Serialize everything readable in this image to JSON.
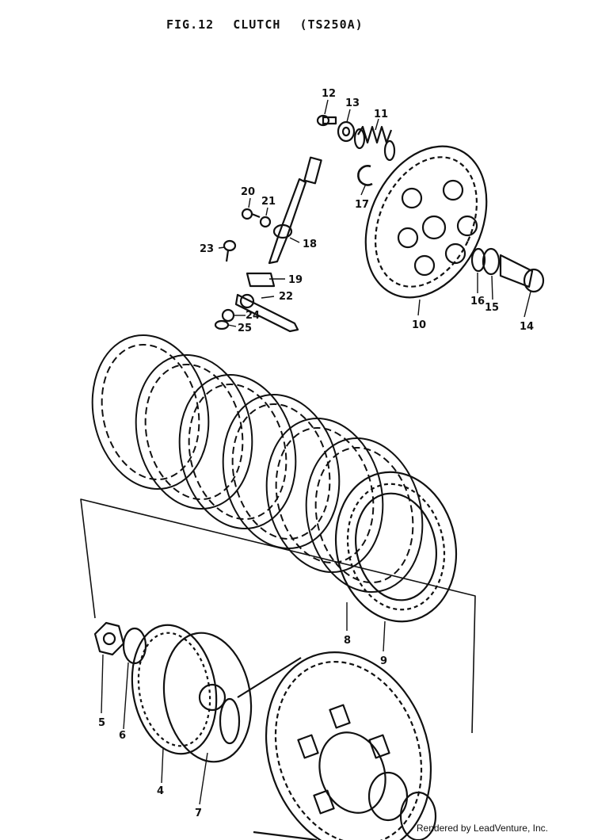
{
  "figure": {
    "fig_label": "FIG.12",
    "title": "CLUTCH",
    "model": "(TS250A)"
  },
  "parts": [
    {
      "id": "12",
      "label": "12"
    },
    {
      "id": "13",
      "label": "13"
    },
    {
      "id": "11",
      "label": "11"
    },
    {
      "id": "17",
      "label": "17"
    },
    {
      "id": "20",
      "label": "20"
    },
    {
      "id": "21",
      "label": "21"
    },
    {
      "id": "18",
      "label": "18"
    },
    {
      "id": "23",
      "label": "23"
    },
    {
      "id": "19",
      "label": "19"
    },
    {
      "id": "22",
      "label": "22"
    },
    {
      "id": "24",
      "label": "24"
    },
    {
      "id": "25",
      "label": "25"
    },
    {
      "id": "10",
      "label": "10"
    },
    {
      "id": "16",
      "label": "16"
    },
    {
      "id": "15",
      "label": "15"
    },
    {
      "id": "14",
      "label": "14"
    },
    {
      "id": "8",
      "label": "8"
    },
    {
      "id": "9",
      "label": "9"
    },
    {
      "id": "5",
      "label": "5"
    },
    {
      "id": "6",
      "label": "6"
    },
    {
      "id": "4",
      "label": "4"
    },
    {
      "id": "7",
      "label": "7"
    }
  ],
  "credit": "Rendered by LeadVenture, Inc."
}
